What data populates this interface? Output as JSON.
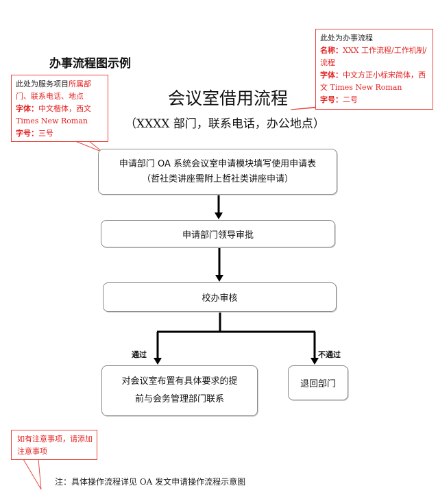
{
  "heading": "办事流程图示例",
  "callout_process": {
    "line1": "此处为办事流程",
    "name_label": "名称",
    "name_value": "XXX 工作流程/工作机制/流程",
    "font_label": "字体",
    "font_value": "中文方正小标宋简体，西文 Times New Roman",
    "size_label": "字号",
    "size_value": "二号"
  },
  "callout_service": {
    "line1_prefix": "此处为服务项目",
    "line1_red": "所属部门、联系电话、地点",
    "font_label": "字体",
    "font_value": "中文楷体，西文 Times New Roman",
    "size_label": "字号",
    "size_value": "三号"
  },
  "flow": {
    "title": "会议室借用流程",
    "subtitle": "（XXXX 部门，联系电话，办公地点）",
    "step1_line1": "申请部门 OA 系统会议室申请模块填写使用申请表",
    "step1_line2": "（哲社类讲座需附上哲社类讲座申请）",
    "step2": "申请部门领导审批",
    "step3": "校办审核",
    "pass_label": "通过",
    "fail_label": "不通过",
    "pass_line1": "对会议室布置有具体要求的提",
    "pass_line2": "前与会务管理部门联系",
    "reject": "退回部门"
  },
  "callout_note": {
    "text": "如有注意事项，请添加注意事项"
  },
  "footnote": "注：具体操作流程详见 OA 发文申请操作流程示意图"
}
